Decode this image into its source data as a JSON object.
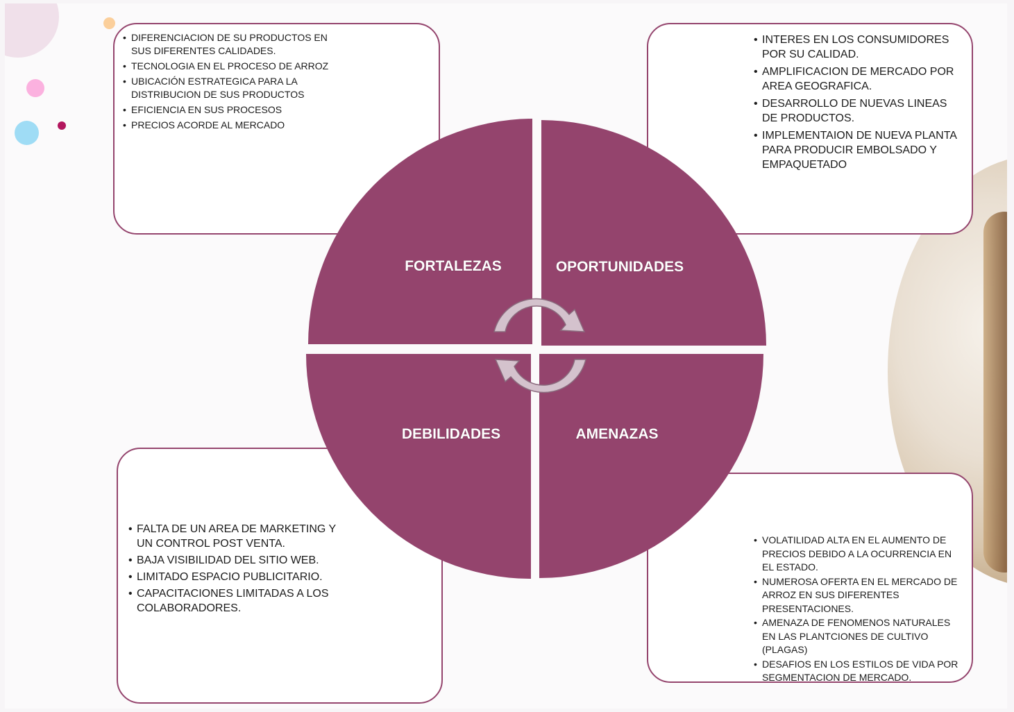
{
  "colors": {
    "quadrant": "#94446d",
    "box_border": "#94446d",
    "arrow": "#d4c2cd"
  },
  "quadrants": {
    "fortalezas": "FORTALEZAS",
    "oportunidades": "OPORTUNIDADES",
    "debilidades": "DEBILIDADES",
    "amenazas": "AMENAZAS"
  },
  "fortalezas_items": [
    "DIFERENCIACION DE SU PRODUCTOS EN SUS DIFERENTES CALIDADES.",
    "TECNOLOGIA EN EL PROCESO DE ARROZ",
    "UBICACIÓN ESTRATEGICA PARA LA DISTRIBUCION DE SUS PRODUCTOS",
    "EFICIENCIA EN SUS PROCESOS",
    "PRECIOS ACORDE AL MERCADO"
  ],
  "oportunidades_items": [
    "INTERES EN LOS CONSUMIDORES POR SU CALIDAD.",
    "AMPLIFICACION DE MERCADO POR AREA GEOGRAFICA.",
    "DESARROLLO DE NUEVAS LINEAS DE PRODUCTOS.",
    "IMPLEMENTAION DE NUEVA PLANTA PARA PRODUCIR EMBOLSADO Y EMPAQUETADO"
  ],
  "debilidades_items": [
    "FALTA DE UN AREA DE MARKETING Y UN CONTROL POST VENTA.",
    "BAJA VISIBILIDAD DEL SITIO WEB.",
    "LIMITADO ESPACIO PUBLICITARIO.",
    "CAPACITACIONES LIMITADAS A LOS COLABORADORES."
  ],
  "amenazas_items": [
    "VOLATILIDAD ALTA EN EL AUMENTO DE PRECIOS DEBIDO A LA OCURRENCIA EN EL ESTADO.",
    "NUMEROSA OFERTA EN EL MERCADO DE ARROZ  EN SUS DIFERENTES PRESENTACIONES.",
    "AMENAZA DE FENOMENOS NATURALES EN LAS PLANTCIONES DE CULTIVO (PLAGAS)",
    "DESAFIOS EN LOS ESTILOS DE VIDA  POR SEGMENTACION DE MERCADO."
  ]
}
